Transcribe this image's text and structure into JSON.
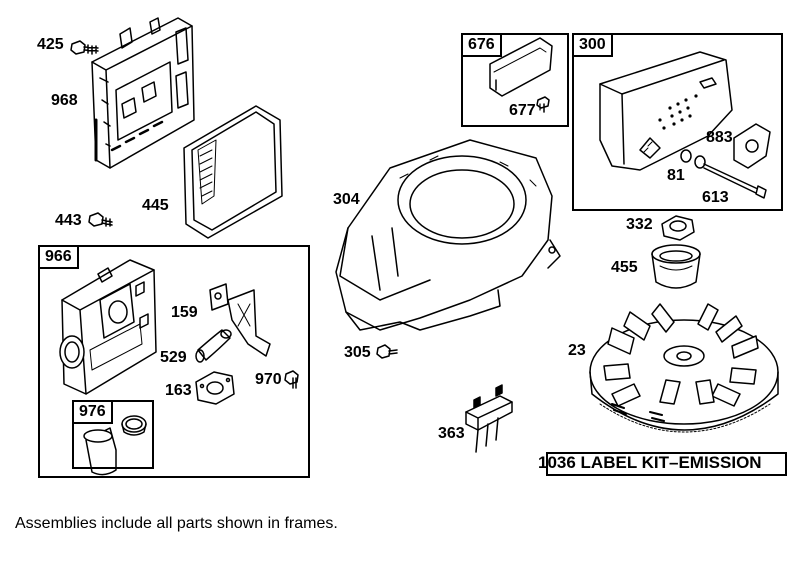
{
  "frames": {
    "f676": "676",
    "f300": "300",
    "f966": "966",
    "f976": "976"
  },
  "labels": {
    "p425": "425",
    "p968": "968",
    "p445": "445",
    "p443": "443",
    "p304": "304",
    "p677": "677",
    "p883": "883",
    "p81": "81",
    "p613": "613",
    "p332": "332",
    "p455": "455",
    "p23": "23",
    "p159": "159",
    "p529": "529",
    "p163": "163",
    "p970": "970",
    "p305": "305",
    "p363": "363"
  },
  "label_kit": "1036 LABEL KIT–EMISSION",
  "footnote": "Assemblies include all parts shown in frames."
}
